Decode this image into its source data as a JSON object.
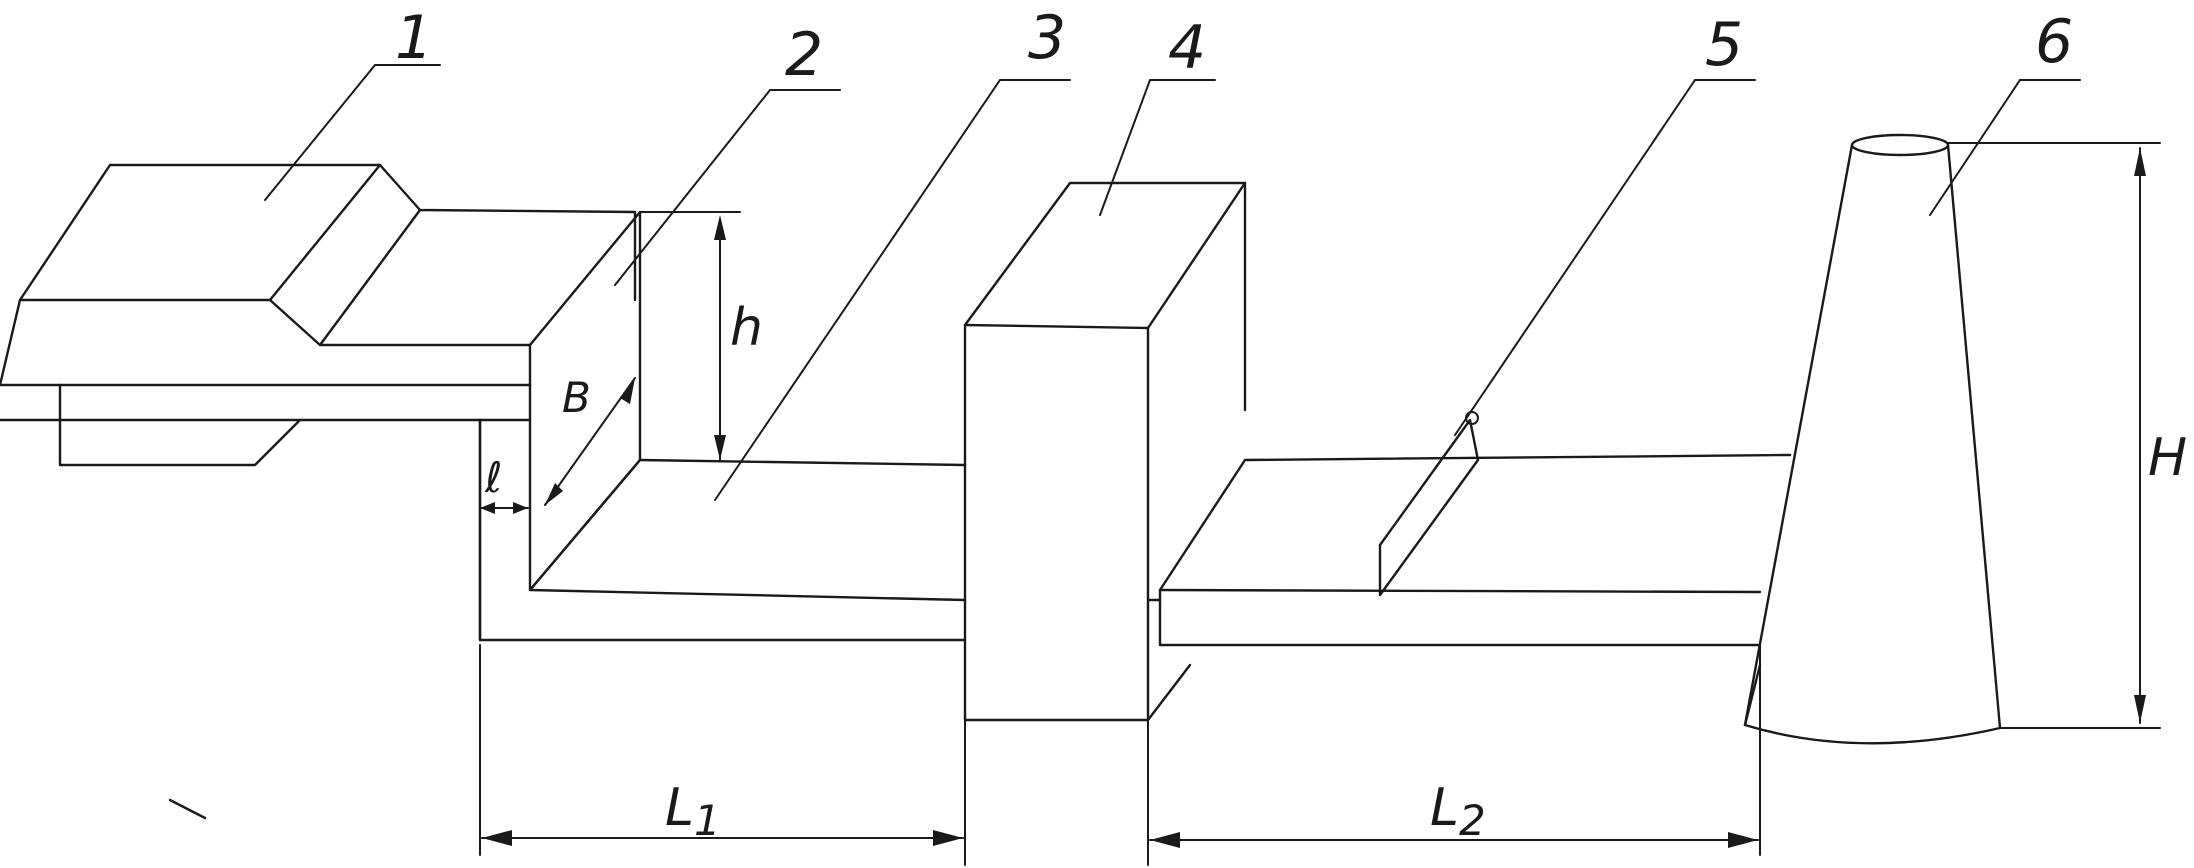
{
  "labels": {
    "part_1": "1",
    "part_2": "2",
    "part_3": "3",
    "part_4": "4",
    "part_5": "5",
    "part_6": "6"
  },
  "dimensions": {
    "h": "h",
    "B": "B",
    "l": "ℓ",
    "L1": "L",
    "L1_sub": "1",
    "L2": "L",
    "L2_sub": "2",
    "H": "H"
  }
}
